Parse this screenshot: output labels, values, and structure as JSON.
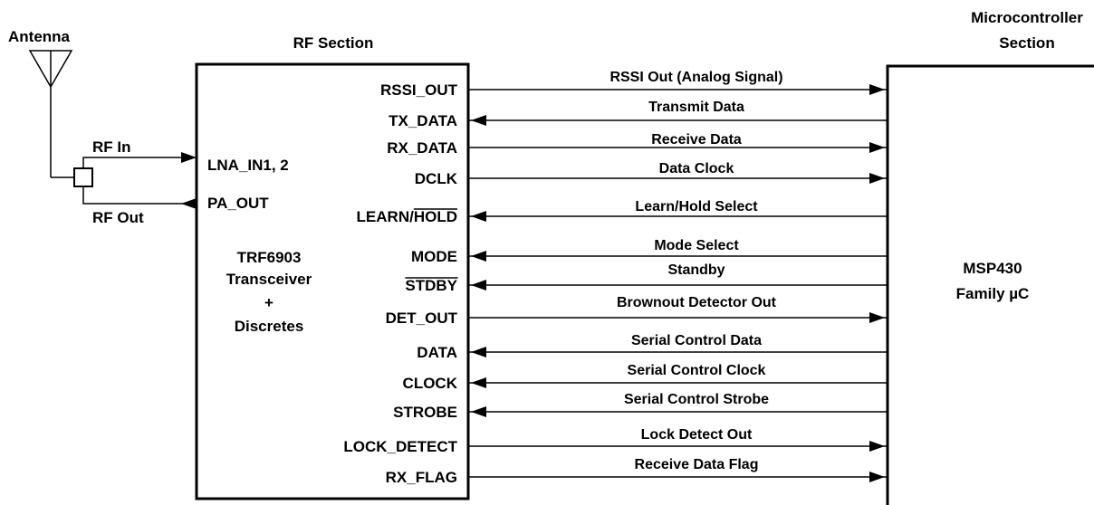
{
  "antenna": {
    "label": "Antenna"
  },
  "rf_section": {
    "title": "RF Section",
    "inputs": [
      {
        "label": "LNA_IN1, 2",
        "wire": "RF In",
        "dir": "in"
      },
      {
        "label": "PA_OUT",
        "wire": "RF Out",
        "dir": "out"
      }
    ],
    "body_lines": [
      "TRF6903",
      "Transceiver",
      "+",
      "Discretes"
    ]
  },
  "mcu_section": {
    "title_lines": [
      "Microcontroller",
      "Section"
    ],
    "body_lines": [
      "MSP430",
      "Family µC"
    ]
  },
  "signals": [
    {
      "pin": "RSSI_OUT",
      "desc": "RSSI Out (Analog Signal)",
      "dir": "to_mcu"
    },
    {
      "pin": "TX_DATA",
      "desc": "Transmit Data",
      "dir": "to_rf"
    },
    {
      "pin": "RX_DATA",
      "desc": "Receive Data",
      "dir": "to_mcu"
    },
    {
      "pin": "DCLK",
      "desc": "Data Clock",
      "dir": "to_mcu"
    },
    {
      "pin": "LEARN/HOLD",
      "desc": "Learn/Hold Select",
      "dir": "to_rf"
    },
    {
      "pin": "MODE",
      "desc": "Mode Select",
      "dir": "to_rf"
    },
    {
      "pin": "STDBY",
      "desc": "Standby",
      "dir": "to_rf"
    },
    {
      "pin": "DET_OUT",
      "desc": "Brownout Detector Out",
      "dir": "to_mcu"
    },
    {
      "pin": "DATA",
      "desc": "Serial Control Data",
      "dir": "to_rf"
    },
    {
      "pin": "CLOCK",
      "desc": "Serial Control Clock",
      "dir": "to_rf"
    },
    {
      "pin": "STROBE",
      "desc": "Serial Control Strobe",
      "dir": "to_rf"
    },
    {
      "pin": "LOCK_DETECT",
      "desc": "Lock Detect Out",
      "dir": "to_mcu"
    },
    {
      "pin": "RX_FLAG",
      "desc": "Receive Data Flag",
      "dir": "to_mcu"
    }
  ]
}
